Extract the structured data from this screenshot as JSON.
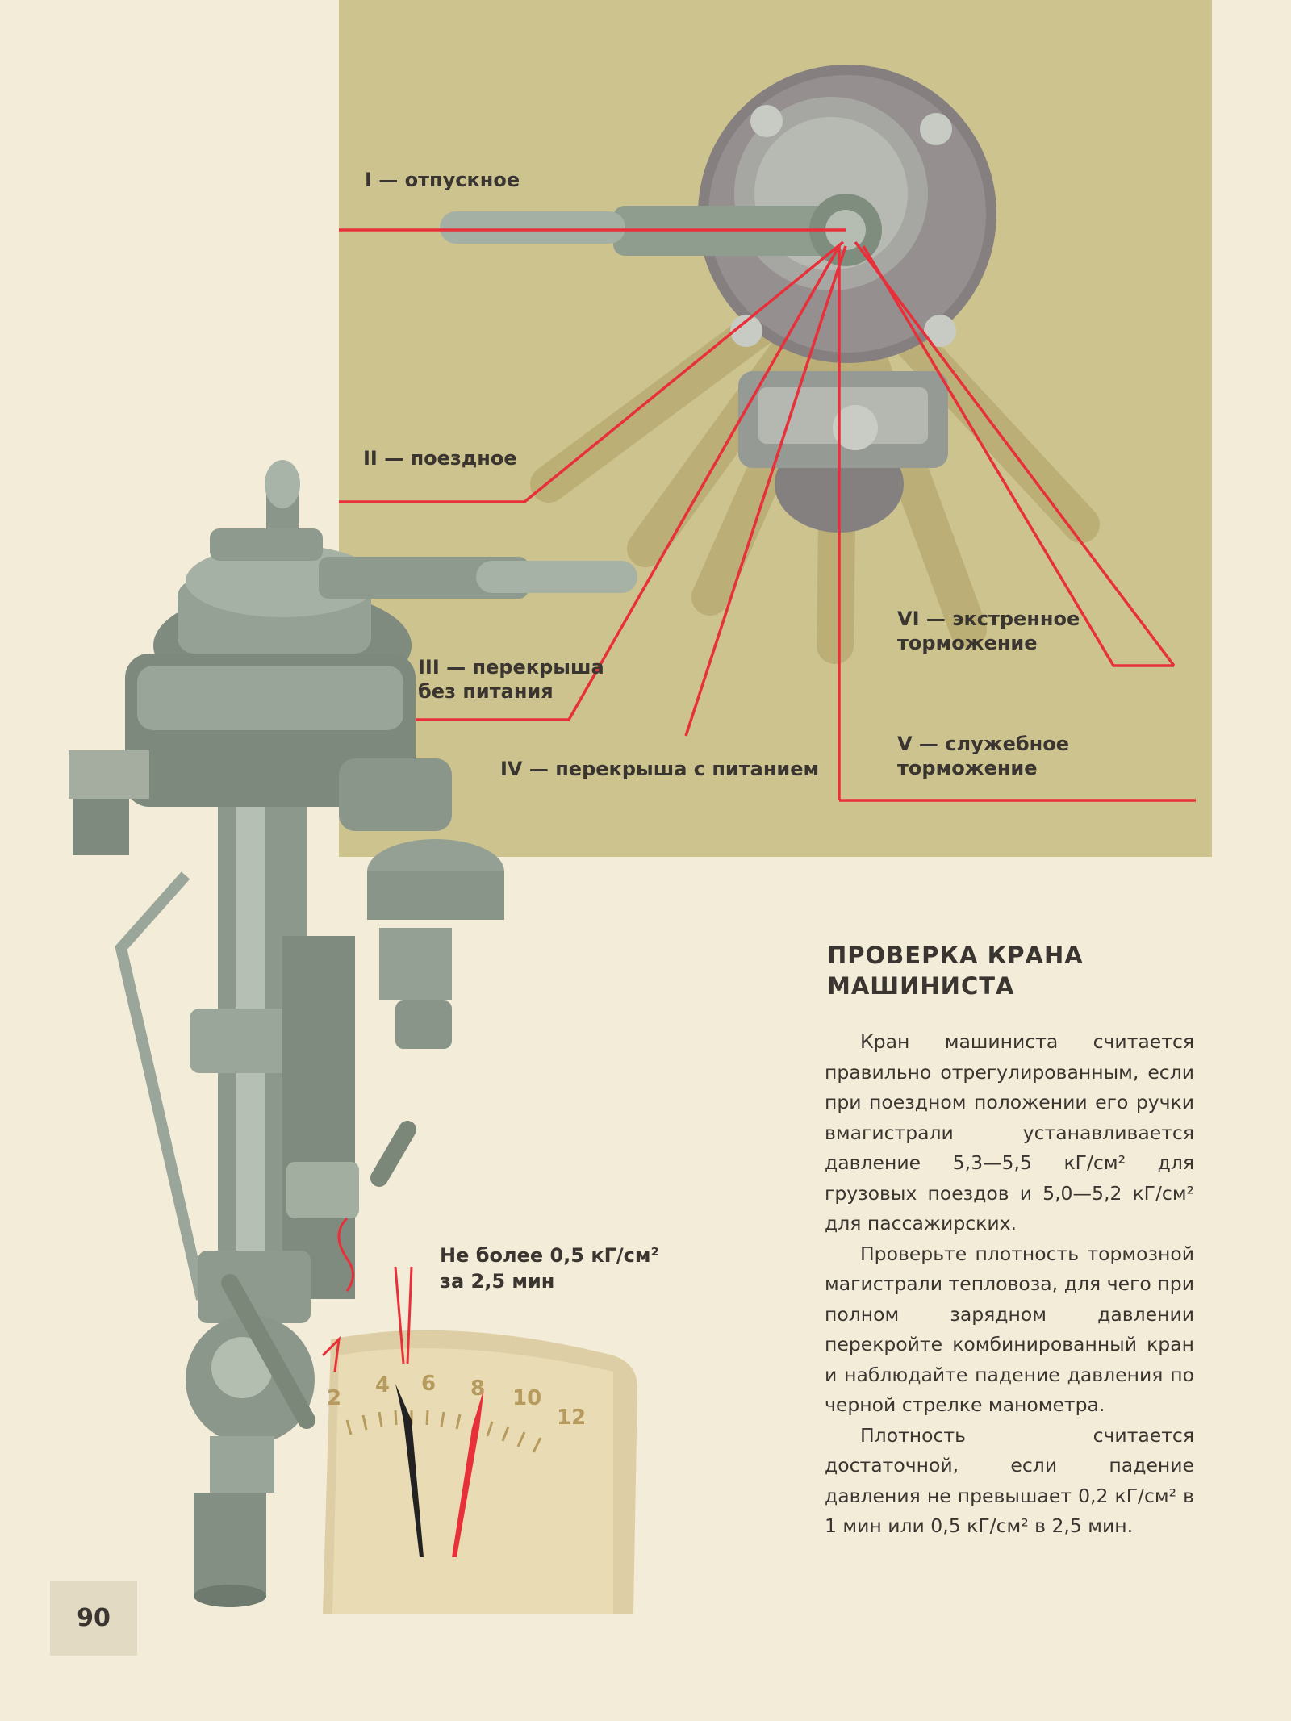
{
  "labels": {
    "pos1": "I — отпускное",
    "pos2": "II — поездное",
    "pos3_line1": "III — перекрыша",
    "pos3_line2": "без питания",
    "pos4": "IV — перекрыша с питанием",
    "pos5_line1": "V — служебное",
    "pos5_line2": "торможение",
    "pos6_line1": "VI — экстренное",
    "pos6_line2": "торможение"
  },
  "gauge": {
    "ticks": [
      "2",
      "4",
      "6",
      "8",
      "10",
      "12"
    ]
  },
  "pressure_note": {
    "line1": "Не более 0,5 кГ/см²",
    "line2": "за 2,5 мин"
  },
  "heading": {
    "line1": "ПРОВЕРКА КРАНА",
    "line2": "МАШИНИСТА"
  },
  "paragraphs": [
    "Кран машиниста считается правильно отрегулированным, если при поездном положении его ручки вмагистрали устанавливается давление 5,3—5,5 кГ/см² для грузовых поездов и 5,0—5,2 кГ/см² для пассажирских.",
    "Проверьте плотность тормозной магистрали тепловоза, для чего при полном зарядном давлении перекройте комбинированный кран и наблюдайте падение давления по черной стрелке манометра.",
    "Плотность считается достаточной, если падение давления не превышает 0,2 кГ/см² в 1 мин или 0,5 кГ/см² в 2,5 мин."
  ],
  "page_number": "90",
  "colors": {
    "page": "#f3ecd8",
    "panel": "#cdc38f",
    "guide_line": "#e8303a",
    "metal": "#8e9a8d"
  }
}
